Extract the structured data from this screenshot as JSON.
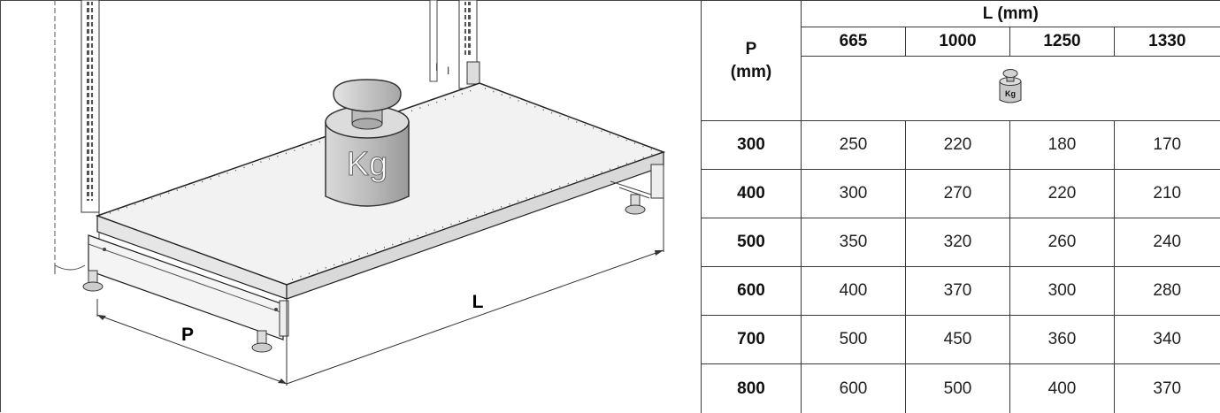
{
  "diagram": {
    "weight_label": "Kg",
    "depth_label": "P",
    "length_label": "L"
  },
  "table": {
    "col_group_header": "L (mm)",
    "row_header_line1": "P",
    "row_header_line2": "(mm)",
    "columns": [
      "665",
      "1000",
      "1250",
      "1330"
    ],
    "icon_label": "Kg",
    "rows": [
      {
        "p": "300",
        "values": [
          "250",
          "220",
          "180",
          "170"
        ]
      },
      {
        "p": "400",
        "values": [
          "300",
          "270",
          "220",
          "210"
        ]
      },
      {
        "p": "500",
        "values": [
          "350",
          "320",
          "260",
          "240"
        ]
      },
      {
        "p": "600",
        "values": [
          "400",
          "370",
          "300",
          "280"
        ]
      },
      {
        "p": "700",
        "values": [
          "500",
          "450",
          "360",
          "340"
        ]
      },
      {
        "p": "800",
        "values": [
          "600",
          "500",
          "400",
          "370"
        ]
      }
    ]
  }
}
